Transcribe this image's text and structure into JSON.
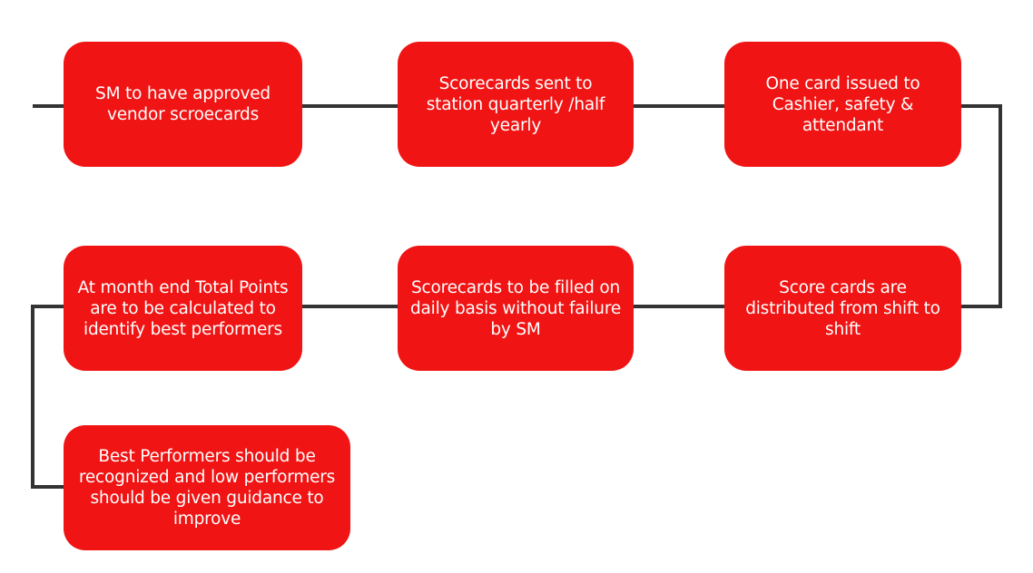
{
  "diagram": {
    "colors": {
      "box_fill": "#f01414",
      "text": "#ffffff",
      "connector": "#333333"
    },
    "steps": [
      {
        "id": "step-1",
        "text": "SM to have approved vendor scroecards"
      },
      {
        "id": "step-2",
        "text": "Scorecards sent to station quarterly /half yearly"
      },
      {
        "id": "step-3",
        "text": "One card issued to Cashier, safety & attendant"
      },
      {
        "id": "step-4",
        "text": "Score cards are distributed from shift to shift"
      },
      {
        "id": "step-5",
        "text": "Scorecards to be filled on daily basis without failure by SM"
      },
      {
        "id": "step-6",
        "text": "At month end Total Points are to be calculated to identify best performers"
      },
      {
        "id": "step-7",
        "text": "Best Performers should be recognized and low performers should be given guidance to improve"
      }
    ]
  }
}
